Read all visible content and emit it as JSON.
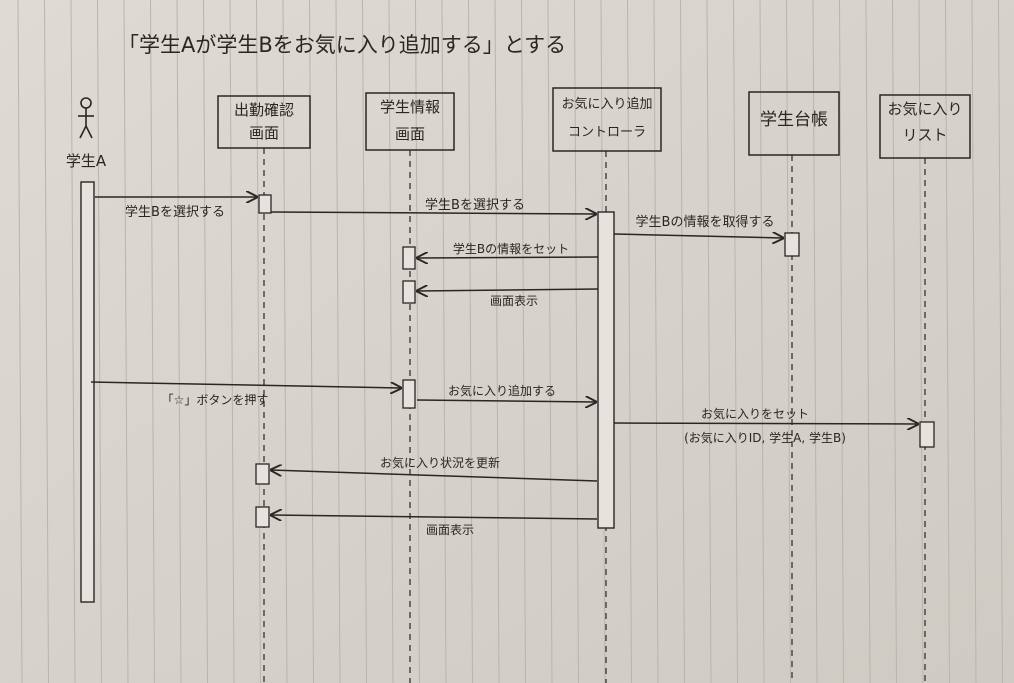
{
  "title": "「学生Aが学生Bをお気に入り追加する」とする",
  "actor": {
    "name": "学生A"
  },
  "participants": [
    {
      "id": "kinmu",
      "lines": [
        "出勤確認",
        "画面"
      ]
    },
    {
      "id": "gakusei",
      "lines": [
        "学生情報",
        "画面"
      ]
    },
    {
      "id": "controller",
      "lines": [
        "お気に入り追加",
        "コントローラ"
      ]
    },
    {
      "id": "daicho",
      "lines": [
        "学生台帳"
      ]
    },
    {
      "id": "favlist",
      "lines": [
        "お気に入り",
        "リスト"
      ]
    }
  ],
  "messages": [
    {
      "id": "m1",
      "from": "actor",
      "to": "kinmu",
      "label": "学生Bを選択する"
    },
    {
      "id": "m2",
      "from": "kinmu",
      "to": "controller",
      "label": "学生Bを選択する"
    },
    {
      "id": "m3",
      "from": "controller",
      "to": "daicho",
      "label": "学生Bの情報を取得する"
    },
    {
      "id": "m4",
      "from": "controller",
      "to": "gakusei",
      "label": "学生Bの情報をセット"
    },
    {
      "id": "m5",
      "from": "controller",
      "to": "gakusei",
      "label": "画面表示"
    },
    {
      "id": "m6",
      "from": "actor",
      "to": "gakusei",
      "label": "「☆」ボタンを押す"
    },
    {
      "id": "m7",
      "from": "gakusei",
      "to": "controller",
      "label": "お気に入り追加する"
    },
    {
      "id": "m8",
      "from": "controller",
      "to": "favlist",
      "label": "お気に入りをセット",
      "sublabel": "(お気に入りID, 学生A, 学生B)"
    },
    {
      "id": "m9",
      "from": "controller",
      "to": "kinmu",
      "label": "お気に入り状況を更新"
    },
    {
      "id": "m10",
      "from": "controller",
      "to": "kinmu",
      "label": "画面表示"
    }
  ]
}
